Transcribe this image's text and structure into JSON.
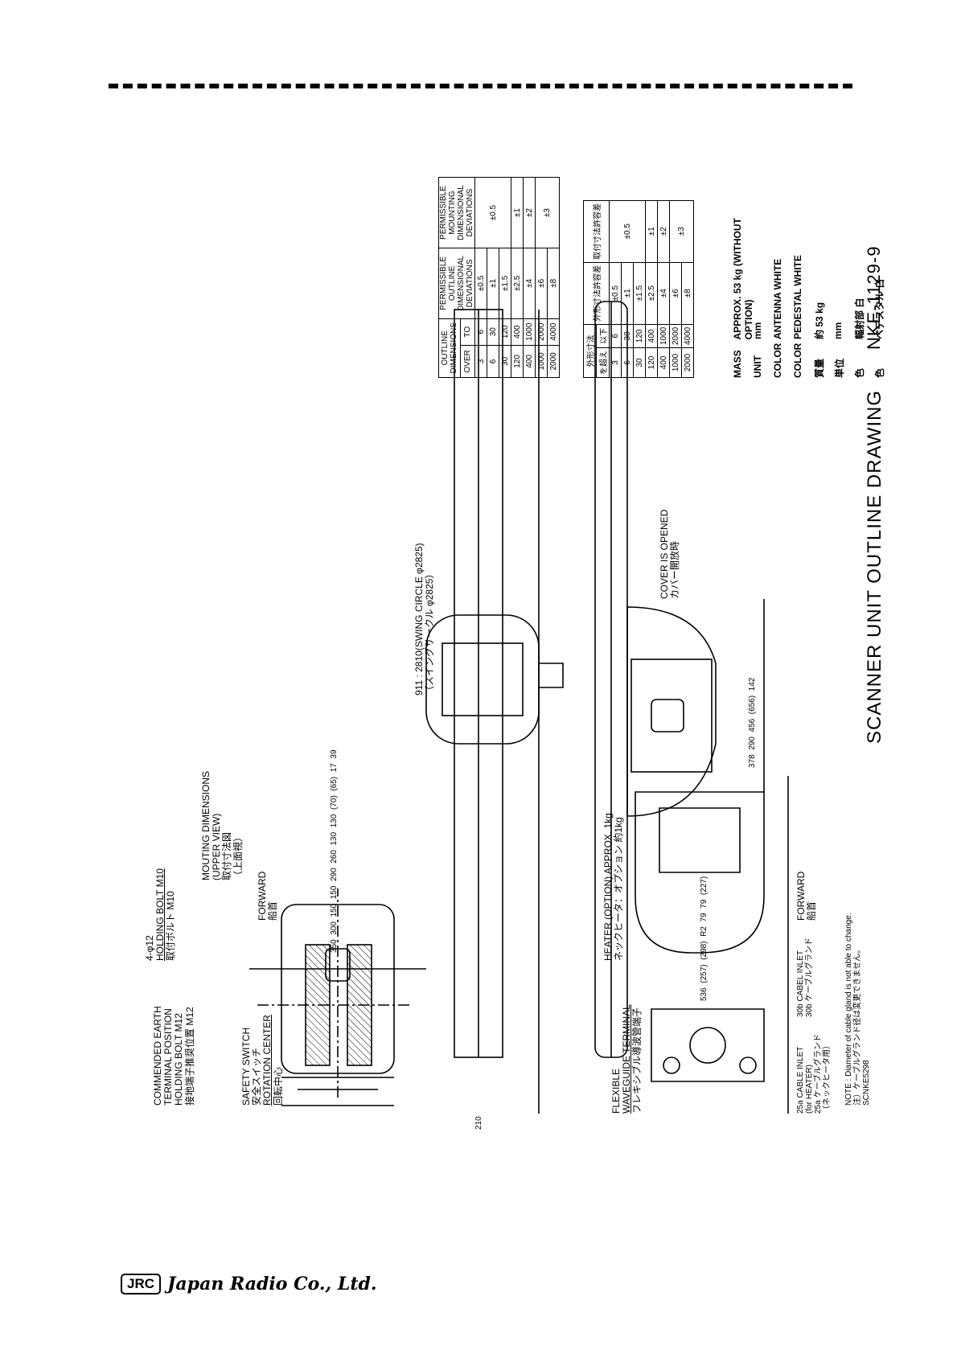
{
  "sheet": {
    "title": "SCANNER UNIT OUTLINE DRAWING",
    "drawing_number": "NKE-1129-9"
  },
  "mounting": {
    "heading_en": "MOUTING DIMENSIONS",
    "heading_en2": "(UPPER VIEW)",
    "heading_jp": "取付寸法図",
    "heading_jp2": "（上面視）",
    "holding_bolt_m10": "HOLDING BOLT M10",
    "holding_bolt_m10_jp": "取付ボルト M10",
    "holes": "4-φ12",
    "forward": "FORWARD",
    "forward_jp": "船首",
    "earth": "COMMENDED EARTH",
    "earth2": "TERMINAL POSITION",
    "holding_bolt_m12": "HOLDING BOLT M12",
    "holding_bolt_m12_jp": "接地端子推奨位置 M12",
    "safety_switch": "SAFETY SWITCH",
    "safety_switch_jp": "安全スイッチ",
    "rotation_center": "ROTATION CENTER",
    "rotation_center_jp": "回転中心",
    "dims": [
      "350",
      "300",
      "150",
      "150",
      "290",
      "260",
      "130",
      "130",
      "(70)",
      "(65)",
      "17",
      "39"
    ]
  },
  "upper_view": {
    "swing": "911 : 2810(SWING CIRCLE φ2825)",
    "swing_jp": "（スイングサークル φ2825）",
    "dim_width": "210"
  },
  "side_view": {
    "cover": "COVER IS OPENED",
    "cover_jp": "カバー開放時",
    "dims": [
      "378",
      "290",
      "456",
      "(656)",
      "142"
    ]
  },
  "front_view": {
    "heater": "HEATER (OPTION) APPROX. 1kg",
    "heater_jp": "ネックヒータ：オプション 約1kg",
    "flexible": "FLEXIBLE",
    "waveguide": "WAVEGUIDE TERMINAL",
    "waveguide_jp": "フレキシブル導波管端子",
    "cable_25a": "25a CABLE INLET",
    "cable_25a2": "(for HEATER)",
    "cable_25a_jp": "25a ケーブルグランド",
    "cable_25a_jp2": "（ネックヒータ用）",
    "cable_30b": "30b CABEL INLET",
    "cable_30b_jp": "30b ケーブルグランド",
    "forward": "FORWARD",
    "forward_jp": "船首",
    "dims": [
      "536",
      "(257)",
      "(298)",
      "R2",
      "79",
      "79",
      "(227)"
    ],
    "note": "NOTE : Diameter of cable gland is not able to change.",
    "note_jp": "注）ケーブルグランド径は変更できません。",
    "ref": "SCNKE5298"
  },
  "table_en": {
    "headers": [
      "OUTLINE DIMENSIONS",
      "OVER",
      "TO",
      "PERMISSIBLE OUTLINE DIMENSIONAL DEVIATIONS",
      "PERMISSIBLE MOUNTING DIMENSIONAL DEVIATIONS"
    ],
    "rows": [
      [
        "3",
        "6",
        "±0.5"
      ],
      [
        "6",
        "30",
        "±1"
      ],
      [
        "30",
        "120",
        "±1.5"
      ],
      [
        "120",
        "400",
        "±2.5"
      ],
      [
        "400",
        "1000",
        "±4"
      ],
      [
        "1000",
        "2000",
        "±6"
      ],
      [
        "2000",
        "4000",
        "±8"
      ]
    ],
    "mount": [
      "±0.5",
      "±1",
      "±2",
      "±3"
    ]
  },
  "table_jp": {
    "headers": [
      "外形寸法",
      "を超え",
      "以下",
      "外形寸法許容差",
      "取付寸法許容差"
    ],
    "rows": [
      [
        "3",
        "6",
        "±0.5"
      ],
      [
        "6",
        "30",
        "±1"
      ],
      [
        "30",
        "120",
        "±1.5"
      ],
      [
        "120",
        "400",
        "±2.5"
      ],
      [
        "400",
        "1000",
        "±4"
      ],
      [
        "1000",
        "2000",
        "±6"
      ],
      [
        "2000",
        "4000",
        "±8"
      ]
    ],
    "mount": [
      "±0.5",
      "±1",
      "±2",
      "±3"
    ]
  },
  "specs": [
    {
      "k": "MASS",
      "v": "APPROX.  53 kg (WITHOUT OPTION)"
    },
    {
      "k": "UNIT",
      "v": "mm"
    },
    {
      "k": "COLOR",
      "v": "ANTENNA    WHITE"
    },
    {
      "k": "COLOR",
      "v": "PEDESTAL   WHITE"
    },
    {
      "k": "質量",
      "v": "約 53 kg"
    },
    {
      "k": "単位",
      "v": "mm"
    },
    {
      "k": "色",
      "v": "輻射部       白"
    },
    {
      "k": "色",
      "v": "ペデスタル     白"
    }
  ],
  "footer": {
    "logo": "JRC",
    "company": "Japan Radio Co., Ltd."
  }
}
